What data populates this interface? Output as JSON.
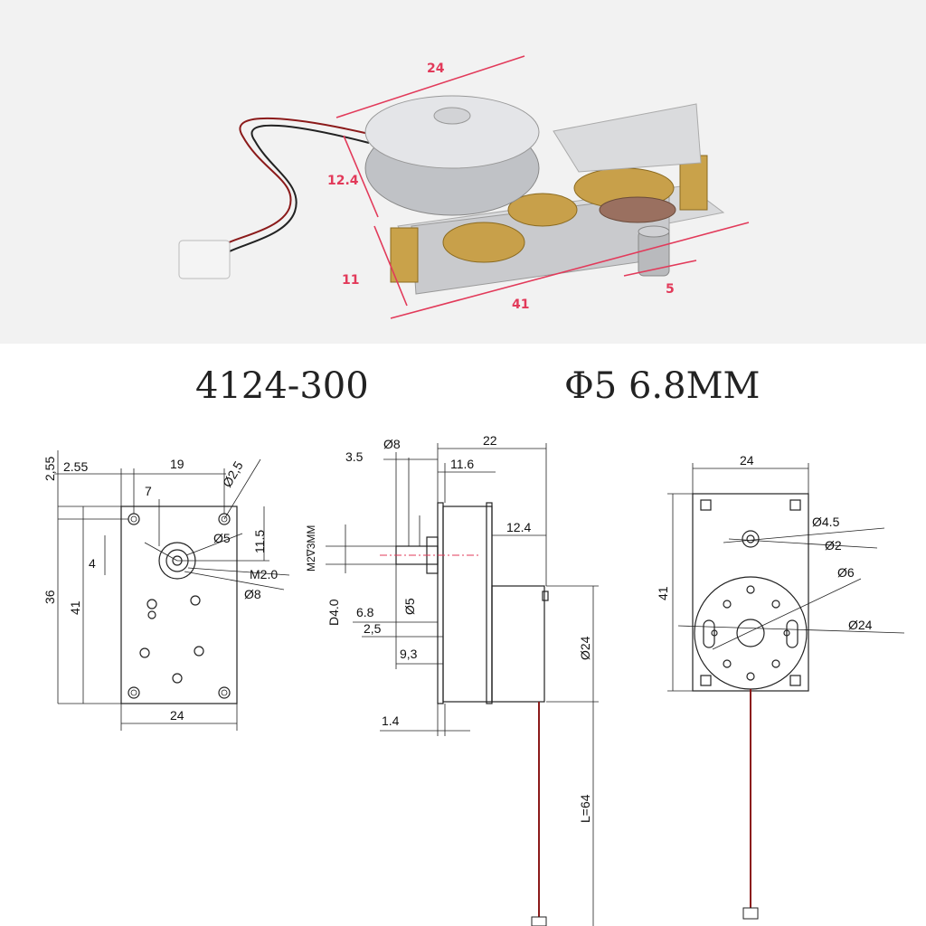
{
  "photo": {
    "dims": {
      "motor_width": "24",
      "motor_height": "12.4",
      "gearbox_height": "11",
      "plate_length": "41",
      "shaft_diameter": "5"
    }
  },
  "titles": {
    "model": "4124-300",
    "shaft_spec": "Φ5 6.8MM"
  },
  "front_view": {
    "dims": {
      "top_offset": "2,55",
      "left_offset": "2.55",
      "hole_span": "19",
      "hole_dia": "Ø2,5",
      "seven": "7",
      "eleven_five": "11.5",
      "four": "4",
      "d5": "Ø5",
      "m2": "M2.0",
      "d8": "Ø8",
      "h36": "36",
      "h41": "41",
      "w24": "24"
    }
  },
  "side_view": {
    "dims": {
      "d8": "Ø8",
      "len22": "22",
      "len3_5": "3.5",
      "len11_6": "11.6",
      "len12_4": "12.4",
      "thread": "M2∇3MM",
      "d4": "D4.0",
      "len6_8": "6.8",
      "d5": "Ø5",
      "len2_5": "2,5",
      "len9_3": "9,3",
      "d24": "Ø24",
      "len1_4": "1.4",
      "wire_len": "L=64"
    }
  },
  "rear_view": {
    "dims": {
      "w24": "24",
      "h41": "41",
      "d4_5": "Ø4.5",
      "d2": "Ø2",
      "d6": "Ø6",
      "d24": "Ø24"
    }
  }
}
